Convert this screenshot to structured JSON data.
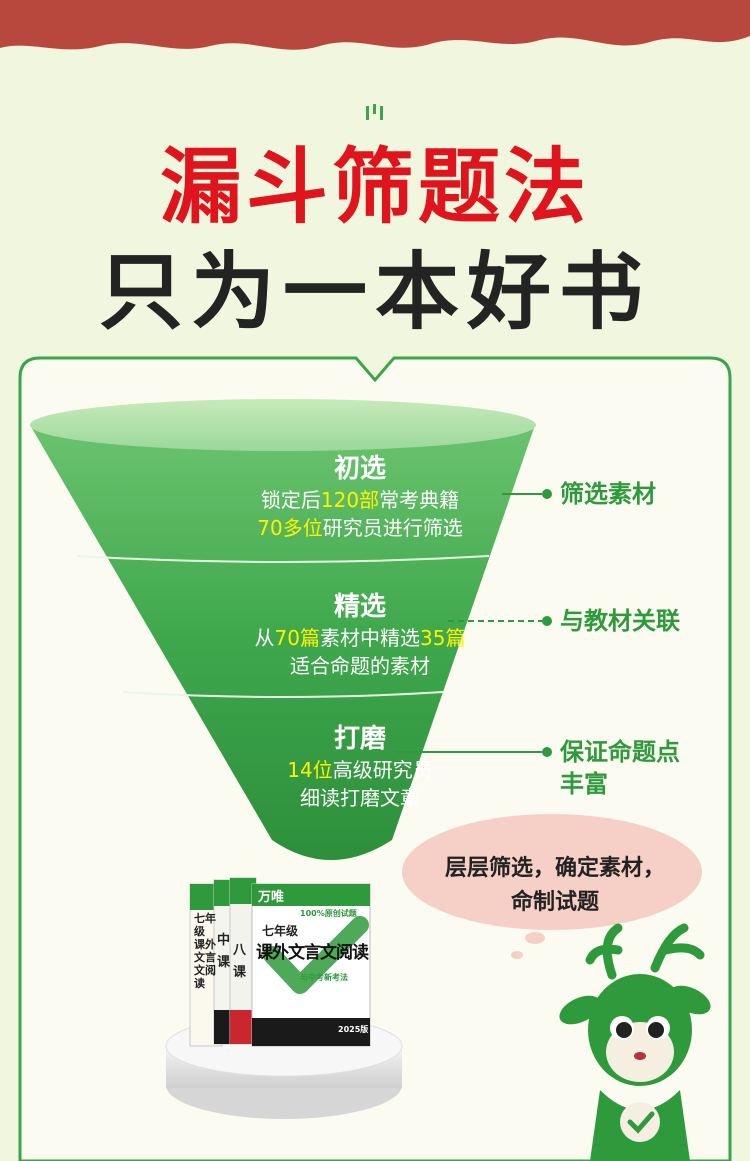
{
  "header": {
    "logo_glyph": "ıı’ı",
    "title_line1": "漏斗筛题法",
    "title_line2": "只为一本好书"
  },
  "funnel": {
    "stages": [
      {
        "title": "初选",
        "line1": {
          "a": "锁定后",
          "b": "120部",
          "c": "常考典籍"
        },
        "line2": {
          "a": "",
          "b": "70多位",
          "c": "研究员进行筛选"
        }
      },
      {
        "title": "精选",
        "line1": {
          "a": "从",
          "b": "70篇",
          "c": "素材中精选",
          "d": "35篇"
        },
        "line2": {
          "a": "适合命题的素材"
        }
      },
      {
        "title": "打磨",
        "line1": {
          "a": "",
          "b": "14位",
          "c": "高级研究员"
        },
        "line2": {
          "a": "细读打磨文章"
        }
      }
    ],
    "side_labels": [
      "筛选素材",
      "与教材关联",
      "保证命题点",
      "丰富"
    ]
  },
  "cloud": {
    "line1": "层层筛选，确定素材，",
    "line2": "命制试题"
  },
  "book": {
    "brand": "万唯",
    "grade": "七年级",
    "title": "课外文言文阅读",
    "subtitle": "与中考新考法",
    "tag": "100%原创试题",
    "year": "2025版",
    "spine1_text": "七年级 课外文言文阅读",
    "spine2_text": "中 课",
    "spine3_text": "八 课"
  },
  "colors": {
    "accent_red": "#e0141c",
    "funnel_green": "#3aa64a",
    "highlight": "#fff200",
    "panel_border": "#3aa64a"
  }
}
